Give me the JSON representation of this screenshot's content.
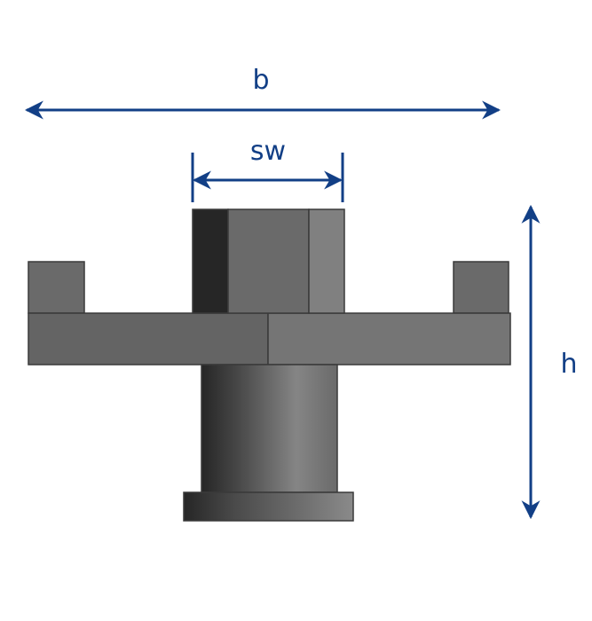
{
  "labels": {
    "width": "b",
    "wrench_size": "sw",
    "height": "h"
  },
  "colors": {
    "dimension": "#123f86",
    "dark": "#262626",
    "mid": "#6b6b6b",
    "light": "#808080"
  }
}
